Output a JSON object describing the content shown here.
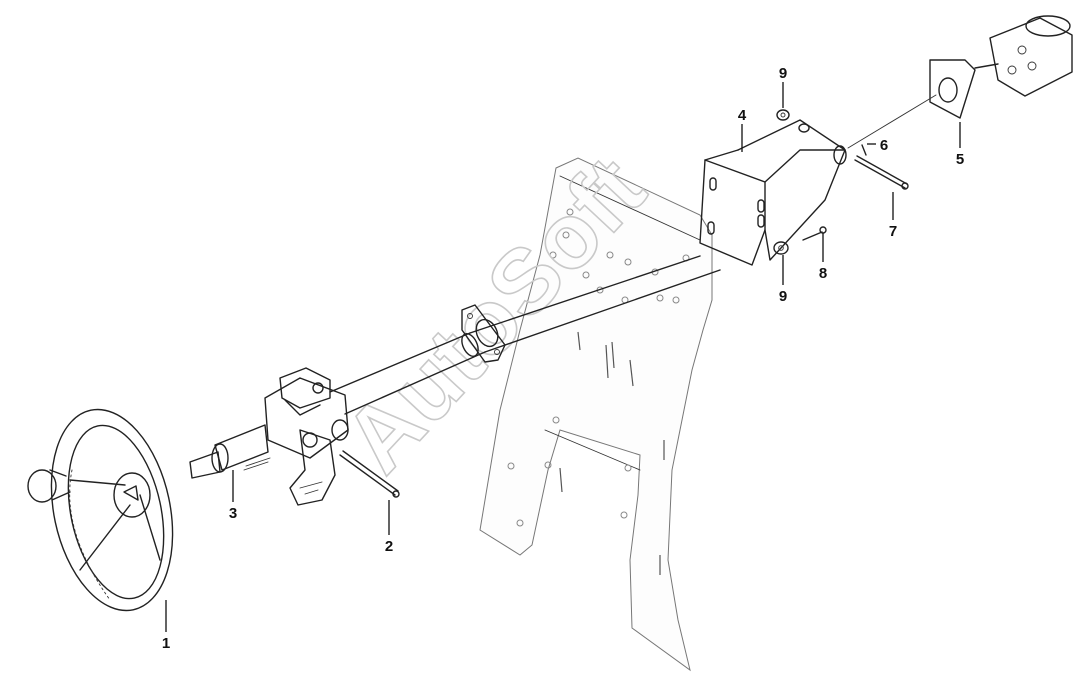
{
  "watermark": {
    "text": "AutoSoft"
  },
  "callouts": [
    {
      "id": "1",
      "label": "1"
    },
    {
      "id": "2",
      "label": "2"
    },
    {
      "id": "3",
      "label": "3"
    },
    {
      "id": "4",
      "label": "4"
    },
    {
      "id": "5",
      "label": "5"
    },
    {
      "id": "6",
      "label": "6"
    },
    {
      "id": "7",
      "label": "7"
    },
    {
      "id": "8",
      "label": "8"
    },
    {
      "id": "9a",
      "label": "9"
    },
    {
      "id": "9b",
      "label": "9"
    }
  ],
  "colors": {
    "line": "#222222",
    "panel_line": "#777777",
    "watermark": "#c9c9c9",
    "background": "#ffffff"
  }
}
